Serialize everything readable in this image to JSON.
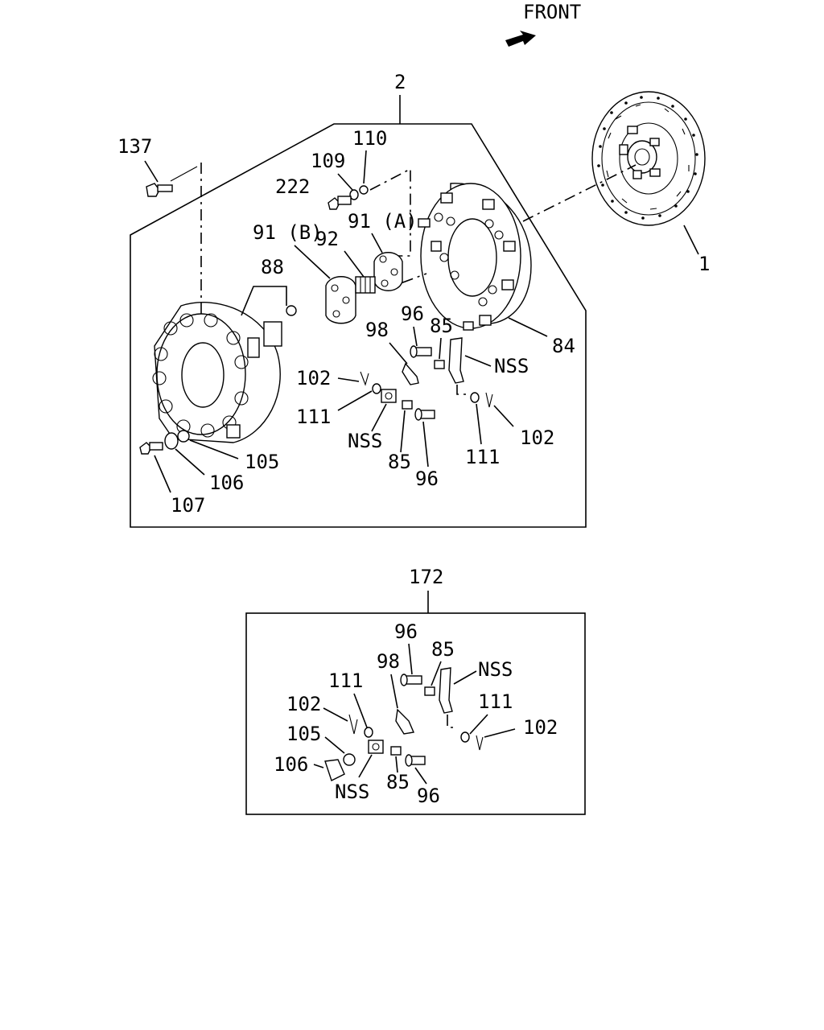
{
  "front_label": "FRONT",
  "assembly_2": {
    "label": "2",
    "callouts": {
      "c137": "137",
      "c110": "110",
      "c109": "109",
      "c222": "222",
      "c91a": "91 (A)",
      "c91b": "91 (B)",
      "c92": "92",
      "c88": "88",
      "c96a": "96",
      "c98": "98",
      "c85a": "85",
      "c84": "84",
      "c1": "1",
      "cnss_a": "NSS",
      "c102a": "102",
      "c111a": "111",
      "cnss_b": "NSS",
      "c85b": "85",
      "c96b": "96",
      "c111b": "111",
      "c102b": "102",
      "c105": "105",
      "c106": "106",
      "c107": "107"
    }
  },
  "assembly_172": {
    "label": "172",
    "callouts": {
      "c96a": "96",
      "c85a": "85",
      "cnss_a": "NSS",
      "c98": "98",
      "c111a": "111",
      "c111b": "111",
      "c102a": "102",
      "c102b": "102",
      "c105": "105",
      "c106": "106",
      "cnss_b": "NSS",
      "c85b": "85",
      "c96b": "96"
    }
  }
}
